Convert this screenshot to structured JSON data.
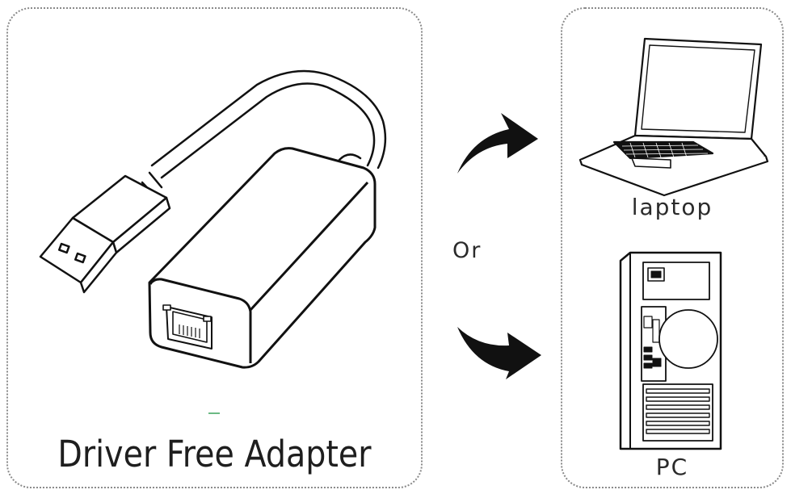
{
  "caption": "Driver Free Adapter",
  "devices": {
    "laptop_label": "laptop",
    "pc_label": "PC"
  },
  "connector_word": "Or"
}
